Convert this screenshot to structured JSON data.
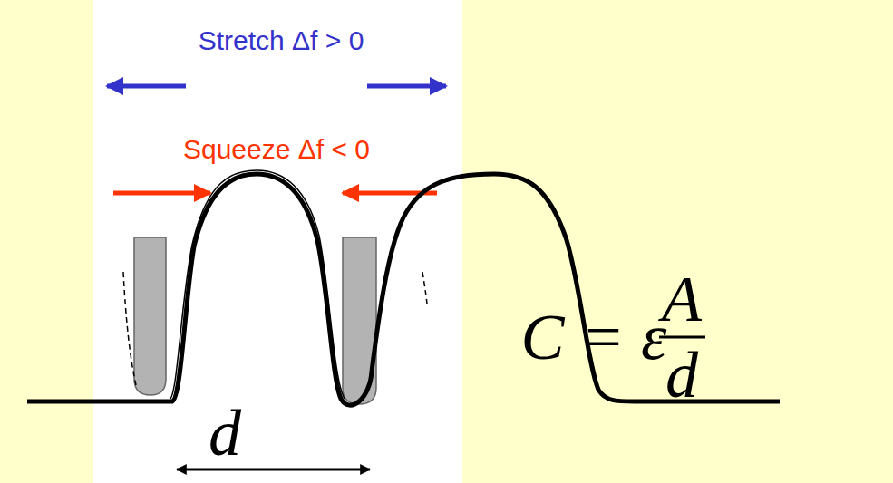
{
  "diagram": {
    "labels": [
      "Stretch Δf > 0",
      "Squeeze Δf < 0",
      "d",
      "C = ε",
      "A",
      "d"
    ]
  }
}
